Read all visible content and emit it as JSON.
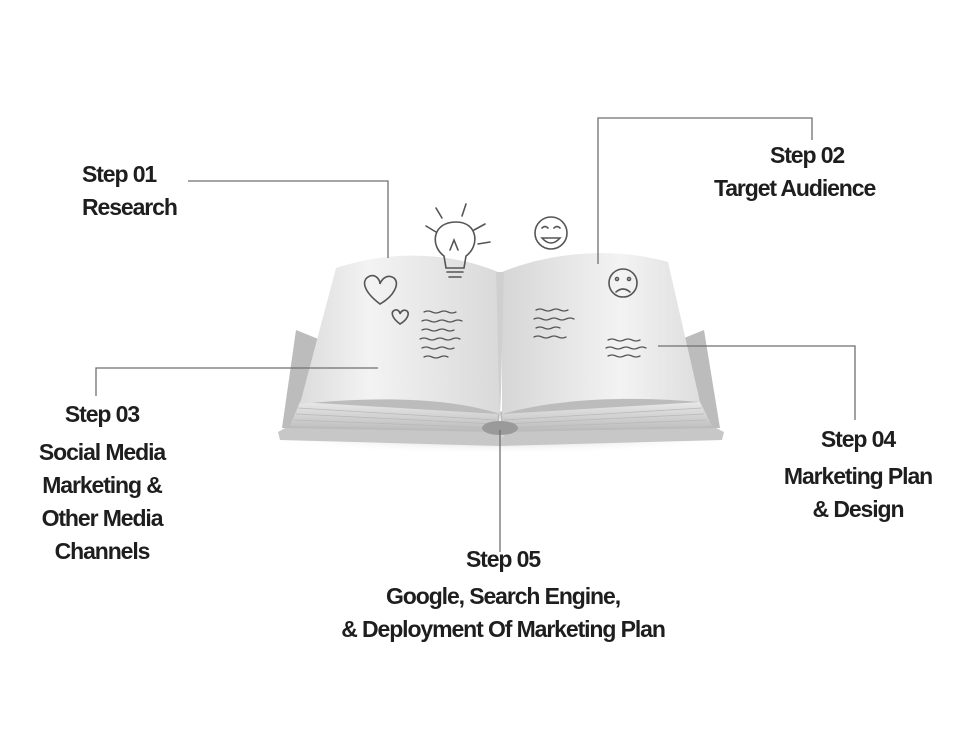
{
  "steps": [
    {
      "id": "step-01",
      "title": "Step 01",
      "lines": [
        "Research"
      ]
    },
    {
      "id": "step-02",
      "title": "Step 02",
      "lines": [
        "Target Audience"
      ]
    },
    {
      "id": "step-03",
      "title": "Step 03",
      "lines": [
        "Social Media",
        "Marketing &",
        "Other Media",
        "Channels"
      ]
    },
    {
      "id": "step-04",
      "title": "Step 04",
      "lines": [
        "Marketing Plan",
        "& Design"
      ]
    },
    {
      "id": "step-05",
      "title": "Step 05",
      "lines": [
        "Google, Search Engine,",
        "& Deployment Of Marketing Plan"
      ]
    }
  ],
  "illustration": {
    "subject": "open-book-icon",
    "doodles": [
      "lightbulb-icon",
      "smiley-face-icon",
      "sad-face-icon",
      "heart-icon",
      "small-heart-icon",
      "scribble-lines-icon"
    ]
  },
  "colors": {
    "text": "#1e1e1e",
    "connector": "#6f6f6f",
    "page": "#f1f1f1",
    "shadow": "#cfcfcf"
  }
}
